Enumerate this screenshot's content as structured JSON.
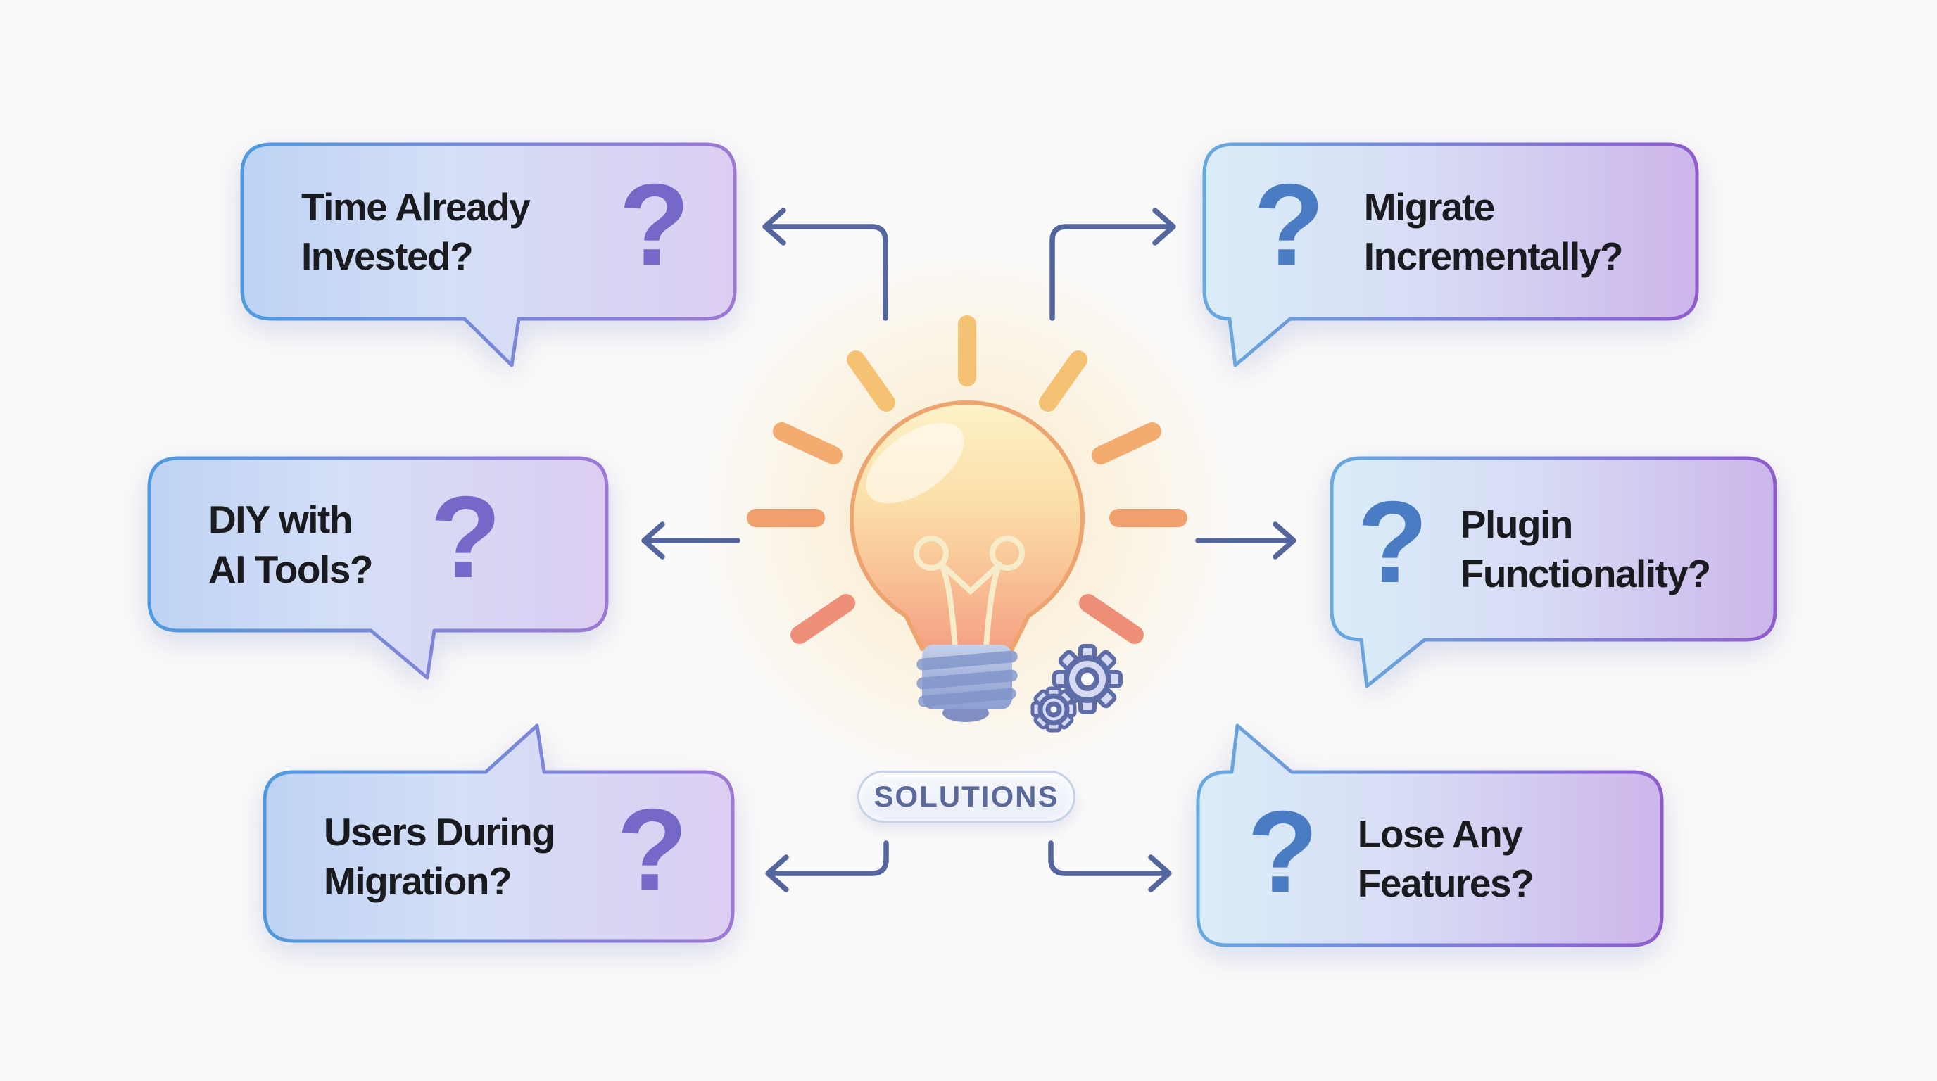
{
  "badge": {
    "label": "SOLUTIONS"
  },
  "bubbles": {
    "top_left": {
      "line1": "Time Already",
      "line2": "Invested?",
      "mark": "?"
    },
    "mid_left": {
      "line1": "DIY with",
      "line2": "AI Tools?",
      "mark": "?"
    },
    "bottom_left": {
      "line1": "Users During",
      "line2": "Migration?",
      "mark": "?"
    },
    "top_right": {
      "line1": "Migrate",
      "line2": "Incrementally?",
      "mark": "?"
    },
    "mid_right": {
      "line1": "Plugin",
      "line2": "Functionality?",
      "mark": "?"
    },
    "bottom_right": {
      "line1": "Lose Any",
      "line2": "Features?",
      "mark": "?"
    }
  },
  "icons": {
    "center": "lightbulb-icon",
    "secondary": "gears-icon",
    "bubble_marks": "question-mark"
  },
  "colors": {
    "question_mark_left": "#7568c8",
    "question_mark_right": "#4a7cc4",
    "arrow": "#55669e",
    "bubble_border_blue": "#4f9ade",
    "bubble_border_purple": "#9d78d4",
    "badge_text": "#5a6a9a",
    "bulb_glow": "#f5c172"
  }
}
